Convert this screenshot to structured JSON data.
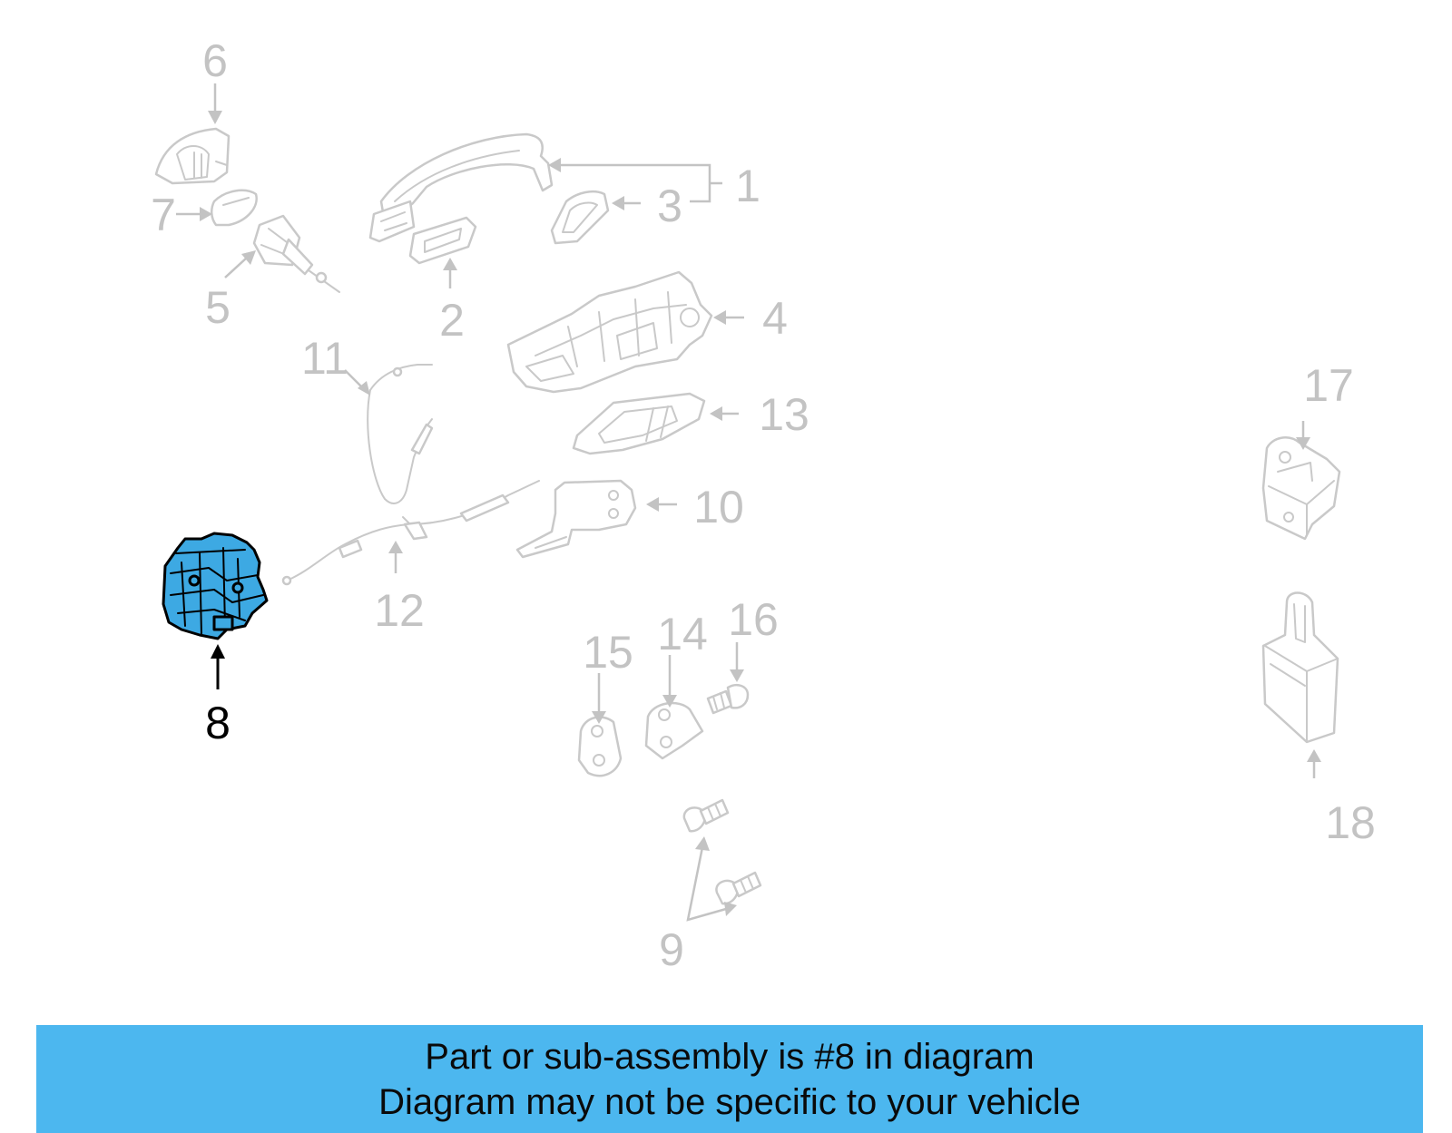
{
  "callouts": {
    "c1": "1",
    "c2": "2",
    "c3": "3",
    "c4": "4",
    "c5": "5",
    "c6": "6",
    "c7": "7",
    "c8": "8",
    "c9": "9",
    "c10": "10",
    "c11": "11",
    "c12": "12",
    "c13": "13",
    "c14": "14",
    "c15": "15",
    "c16": "16",
    "c17": "17",
    "c18": "18"
  },
  "highlighted_part": "8",
  "colors": {
    "highlight": "#3da9e3",
    "banner": "#4cb7ef",
    "dimmed": "#c3c3c3"
  },
  "banner": {
    "line1": "Part or sub-assembly is #8 in diagram",
    "line2": "Diagram may not be specific to your vehicle"
  }
}
